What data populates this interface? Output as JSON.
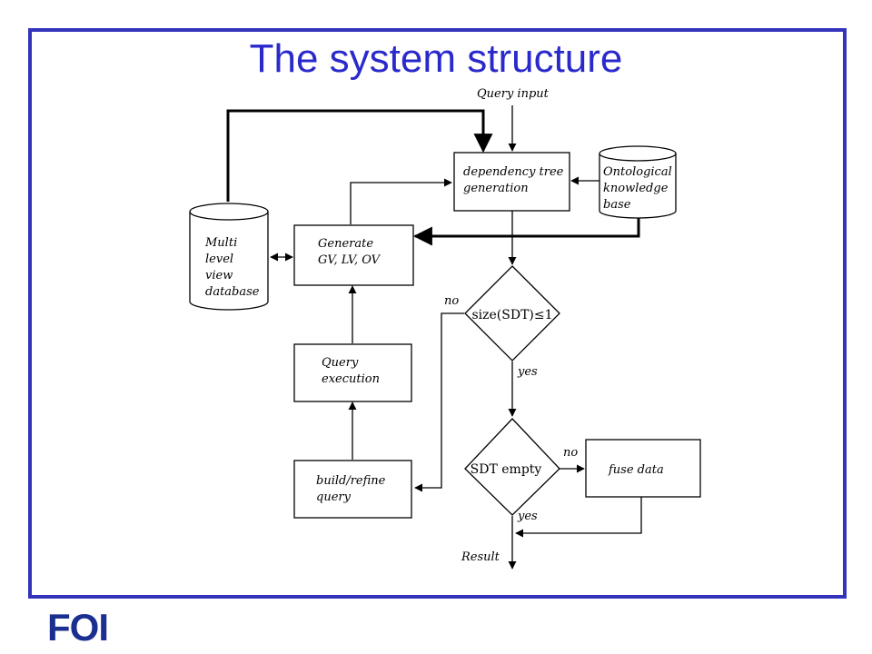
{
  "slide": {
    "title": "The system structure",
    "logo": "FOI"
  },
  "diagram": {
    "nodes": {
      "query_input": "Query input",
      "dependency_tree": [
        "dependency tree",
        "generation"
      ],
      "ontological_kb": [
        "Ontological",
        "knowledge",
        "base"
      ],
      "multi_level_db": [
        "Multi",
        "level",
        "view",
        "database"
      ],
      "generate_views": [
        "Generate",
        "GV, LV, OV"
      ],
      "query_execution": [
        "Query",
        "execution"
      ],
      "build_refine": [
        "build/refine",
        "query"
      ],
      "size_check": "size(SDT)≤1",
      "sdt_empty": "SDT empty",
      "fuse_data": "fuse data",
      "result": "Result"
    },
    "edge_labels": {
      "size_no": "no",
      "size_yes": "yes",
      "empty_no": "no",
      "empty_yes": "yes"
    }
  },
  "colors": {
    "frame": "#3333bb",
    "title": "#2a2acc",
    "logo": "#1a2f8f"
  }
}
